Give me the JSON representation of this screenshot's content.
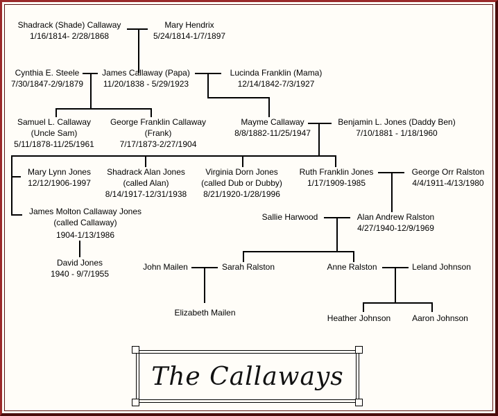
{
  "title": "The Callaways",
  "people": {
    "shadrack_sr": {
      "name": "Shadrack (Shade) Callaway",
      "dates": "1/16/1814- 2/28/1868"
    },
    "mary_hendrix": {
      "name": "Mary Hendrix",
      "dates": "5/24/1814-1/7/1897"
    },
    "cynthia_steele": {
      "name": "Cynthia E. Steele",
      "dates": "7/30/1847-2/9/1879"
    },
    "james_callaway": {
      "name": "James Callaway (Papa)",
      "dates": "11/20/1838 - 5/29/1923"
    },
    "lucinda_franklin": {
      "name": "Lucinda Franklin (Mama)",
      "dates": "12/14/1842-7/3/1927"
    },
    "samuel_callaway": {
      "name": "Samuel L. Callaway",
      "alias": "(Uncle Sam)",
      "dates": "5/11/1878-11/25/1961"
    },
    "george_callaway": {
      "name": "George Franklin Callaway",
      "alias": "(Frank)",
      "dates": "7/17/1873-2/27/1904"
    },
    "mayme_callaway": {
      "name": "Mayme Callaway",
      "dates": "8/8/1882-11/25/1947"
    },
    "benjamin_jones": {
      "name": "Benjamin L. Jones (Daddy Ben)",
      "dates": "7/10/1881 - 1/18/1960"
    },
    "mary_lynn_jones": {
      "name": "Mary Lynn Jones",
      "dates": "12/12/1906-1997"
    },
    "shadrack_alan_jones": {
      "name": "Shadrack Alan Jones",
      "alias": "(called Alan)",
      "dates": "8/14/1917-12/31/1938"
    },
    "virginia_jones": {
      "name": "Virginia Dorn Jones",
      "alias": "(called Dub or Dubby)",
      "dates": "8/21/1920-1/28/1996"
    },
    "ruth_jones": {
      "name": "Ruth Franklin Jones",
      "dates": "1/17/1909-1985"
    },
    "george_ralston": {
      "name": "George Orr Ralston",
      "dates": "4/4/1911-4/13/1980"
    },
    "james_molton_jones": {
      "name": "James Molton Callaway Jones",
      "alias": "(called Callaway)",
      "dates": "1904-1/13/1986"
    },
    "david_jones": {
      "name": "David Jones",
      "dates": "1940 - 9/7/1955"
    },
    "sallie_harwood": {
      "name": "Sallie Harwood"
    },
    "alan_ralston": {
      "name": "Alan Andrew Ralston",
      "dates": "4/27/1940-12/9/1969"
    },
    "john_mailen": {
      "name": "John Mailen"
    },
    "sarah_ralston": {
      "name": "Sarah Ralston"
    },
    "anne_ralston": {
      "name": "Anne Ralston"
    },
    "leland_johnson": {
      "name": "Leland Johnson"
    },
    "elizabeth_mailen": {
      "name": "Elizabeth Mailen"
    },
    "heather_johnson": {
      "name": "Heather Johnson"
    },
    "aaron_johnson": {
      "name": "Aaron Johnson"
    }
  }
}
